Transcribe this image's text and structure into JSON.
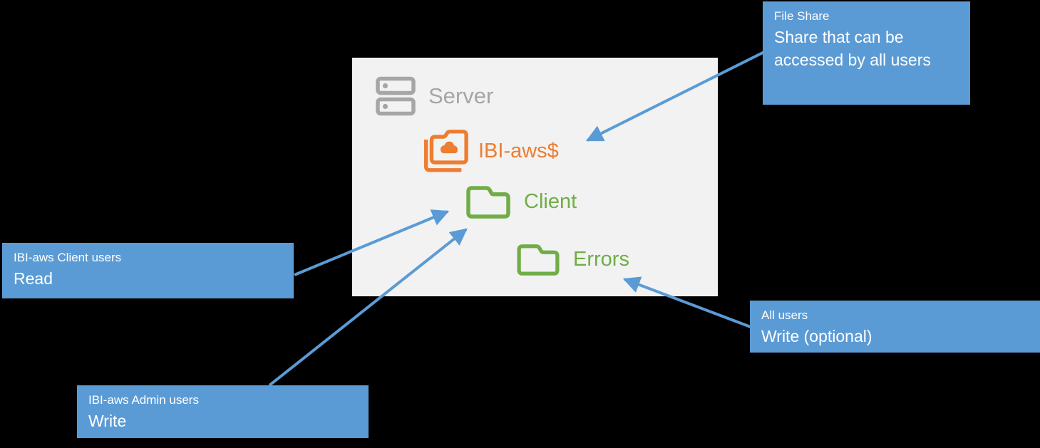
{
  "diagram": {
    "panel": {
      "server_label": "Server",
      "items": [
        {
          "id": "share-folder",
          "label": "IBI-aws$"
        },
        {
          "id": "client-folder",
          "label": "Client"
        },
        {
          "id": "errors-folder",
          "label": "Errors"
        }
      ]
    },
    "callouts": {
      "file_share": {
        "title": "File Share",
        "body": "Share that can be accessed by all users"
      },
      "client_users": {
        "title": "IBI-aws Client users",
        "body": "Read"
      },
      "admin_users": {
        "title": "IBI-aws Admin users",
        "body": "Write"
      },
      "all_users": {
        "title": "All users",
        "body": "Write (optional)"
      }
    },
    "colors": {
      "background": "#000000",
      "panel_fill": "#f2f2f2",
      "callout_blue": "#5b9bd5",
      "arrow_blue": "#5b9bd5",
      "server_gray": "#a6a6a6",
      "share_orange": "#ed7d31",
      "folder_green": "#70ad47",
      "callout_text": "#ffffff"
    }
  }
}
